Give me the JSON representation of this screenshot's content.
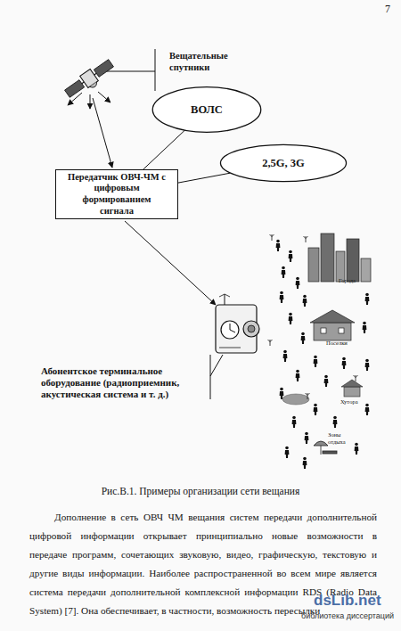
{
  "diagram": {
    "caption": "Рис.В.1. Примеры организации сети вещания",
    "nodes": [
      {
        "text": [
          "ВОЛС"
        ]
      },
      {
        "text": [
          "2,5G, 3G"
        ]
      },
      {
        "text": [
          "Передатчик ОВЧ-ЧМ с цифровым формированием сигнала"
        ]
      }
    ],
    "edges": [
      {
        "from": 2,
        "to": 0,
        "arrow": "none"
      },
      {
        "from": 2,
        "to": 1,
        "arrow": "none"
      }
    ],
    "labels": [
      "7",
      "Вещательные спутники",
      "Абонентское терминальное оборудование (радиоприемник, акустическая система и т. д.)",
      "Города",
      "Поселки",
      "Хутора",
      "Зоны отдыха",
      "Дополнение в сеть ОВЧ ЧМ вещания систем передачи дополнительной цифровой информации открывает принципиально новые возможности в передаче программ, сочетающих звуковую, видео, графическую, текстовую и другие виды информации. Наиболее распространенной во всем мире является система передачи дополнительной комплексной информации RDS (Radio Data System) [7]. Она обеспечивает, в частности, возможность пересылки",
      "dsLib.net",
      "библиотека диссертаций"
    ]
  }
}
